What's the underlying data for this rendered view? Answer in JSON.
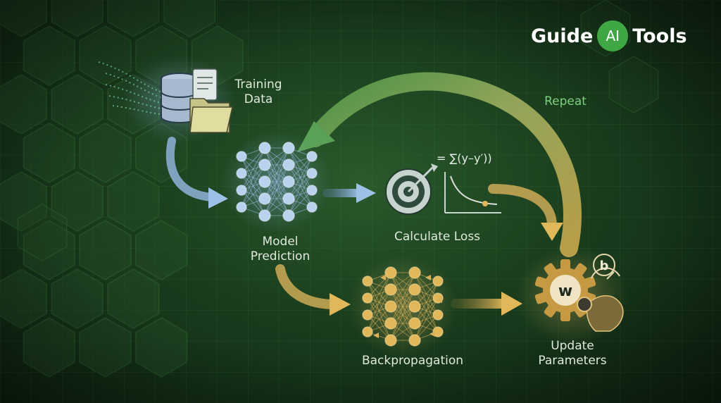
{
  "brand": {
    "word1": "Guide",
    "badge": "AI",
    "word2": "Tools"
  },
  "steps": {
    "training_data": {
      "line1": "Training",
      "line2": "Data"
    },
    "model_prediction": {
      "line1": "Model",
      "line2": "Prediction"
    },
    "calculate_loss": {
      "label": "Calculate Loss",
      "formula": "= ∑(y–y′))"
    },
    "backpropagation": {
      "label": "Backpropagation"
    },
    "update_parameters": {
      "line1": "Update",
      "line2": "Parameters",
      "weight_symbol": "w",
      "bias_symbol": "b"
    },
    "repeat": {
      "label": "Repeat"
    }
  },
  "colors": {
    "background": "#1a3d1d",
    "blue_flow": "#8fb3d9",
    "gold_flow": "#d9b15a",
    "green_flow": "#5fa35a",
    "brand_badge": "#3fa744"
  },
  "icons": [
    "database-icon",
    "document-icon",
    "folder-icon",
    "neural-network-icon",
    "target-icon",
    "loss-curve-icon",
    "gear-icon",
    "gauge-icon",
    "hand-icon"
  ]
}
